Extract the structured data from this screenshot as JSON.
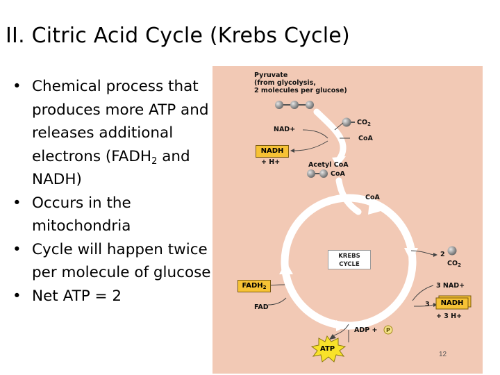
{
  "slide": {
    "title": "II.  Citric Acid Cycle (Krebs Cycle)",
    "page_number": "12"
  },
  "bullets": [
    {
      "parts": [
        "Chemical process that produces more ATP and releases additional electrons (FADH",
        "2",
        " and NADH)"
      ]
    },
    {
      "text": "Occurs in the mitochondria"
    },
    {
      "text": "Cycle will happen twice per molecule of glucose"
    },
    {
      "text": "Net ATP = 2"
    }
  ],
  "diagram": {
    "pyruvate_line1": "Pyruvate",
    "pyruvate_line2": "(from glycolysis,",
    "pyruvate_line3": "2 molecules per glucose)",
    "co2_top": "CO",
    "co2_top_sub": "2",
    "coa_top": "CoA",
    "nad_plus": "NAD+",
    "nadh_box": "NADH",
    "h_plus": "+ H+",
    "acetyl_coa_1": "Acetyl CoA",
    "acetyl_coa_2": "CoA",
    "coa_mid": "CoA",
    "krebs_line1": "KREBS",
    "krebs_line2": "CYCLE",
    "two": "2",
    "co2_right": "CO",
    "co2_right_sub": "2",
    "fadh2_box": "FADH",
    "fadh2_sub": "2",
    "fad": "FAD",
    "three_nad": "3 NAD+",
    "three": "3",
    "nadh_box_right": "NADH",
    "three_h": "+ 3 H+",
    "adp": "ADP +",
    "p_circle": "P",
    "atp": "ATP",
    "colors": {
      "background": "#f2c9b5",
      "arrow_fill": "#ffffff",
      "label_box": "#f6c235",
      "molecule": "#8a8a8a"
    }
  }
}
